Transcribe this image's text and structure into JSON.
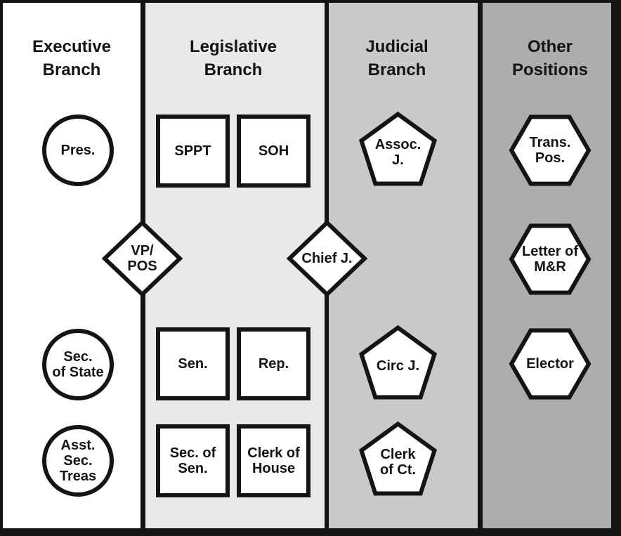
{
  "columns": [
    {
      "title_line1": "Executive",
      "title_line2": "Branch",
      "bg": "#ffffff",
      "shape": "circle"
    },
    {
      "title_line1": "Legislative",
      "title_line2": "Branch",
      "bg": "#e9e9e9",
      "shape": "square"
    },
    {
      "title_line1": "Judicial",
      "title_line2": "Branch",
      "bg": "#c9c9c9",
      "shape": "pentagon"
    },
    {
      "title_line1": "Other",
      "title_line2": "Positions",
      "bg": "#adadad",
      "shape": "hexagon"
    }
  ],
  "nodes": {
    "pres": [
      "Pres."
    ],
    "sec_of_state": [
      "Sec.",
      "of State"
    ],
    "asst_sec_treas": [
      "Asst.",
      "Sec.",
      "Treas"
    ],
    "sppt": [
      "SPPT"
    ],
    "soh": [
      "SOH"
    ],
    "sen": [
      "Sen."
    ],
    "rep": [
      "Rep."
    ],
    "sec_of_sen": [
      "Sec. of",
      "Sen."
    ],
    "clerk_of_house": [
      "Clerk of",
      "House"
    ],
    "vp_pos": [
      "VP/",
      "POS"
    ],
    "chief_j": [
      "Chief J."
    ],
    "assoc_j": [
      "Assoc.",
      "J."
    ],
    "circ_j": [
      "Circ J."
    ],
    "clerk_of_ct": [
      "Clerk",
      "of Ct."
    ],
    "trans_pos": [
      "Trans.",
      "Pos."
    ],
    "letter_mr": [
      "Letter of",
      "M&R"
    ],
    "elector": [
      "Elector"
    ]
  },
  "colors": {
    "outline": "#141414",
    "node_fill": "#ffffff",
    "col_executive_bg": "#ffffff",
    "col_legislative_bg": "#e9e9e9",
    "col_judicial_bg": "#c9c9c9",
    "col_other_bg": "#adadad"
  }
}
